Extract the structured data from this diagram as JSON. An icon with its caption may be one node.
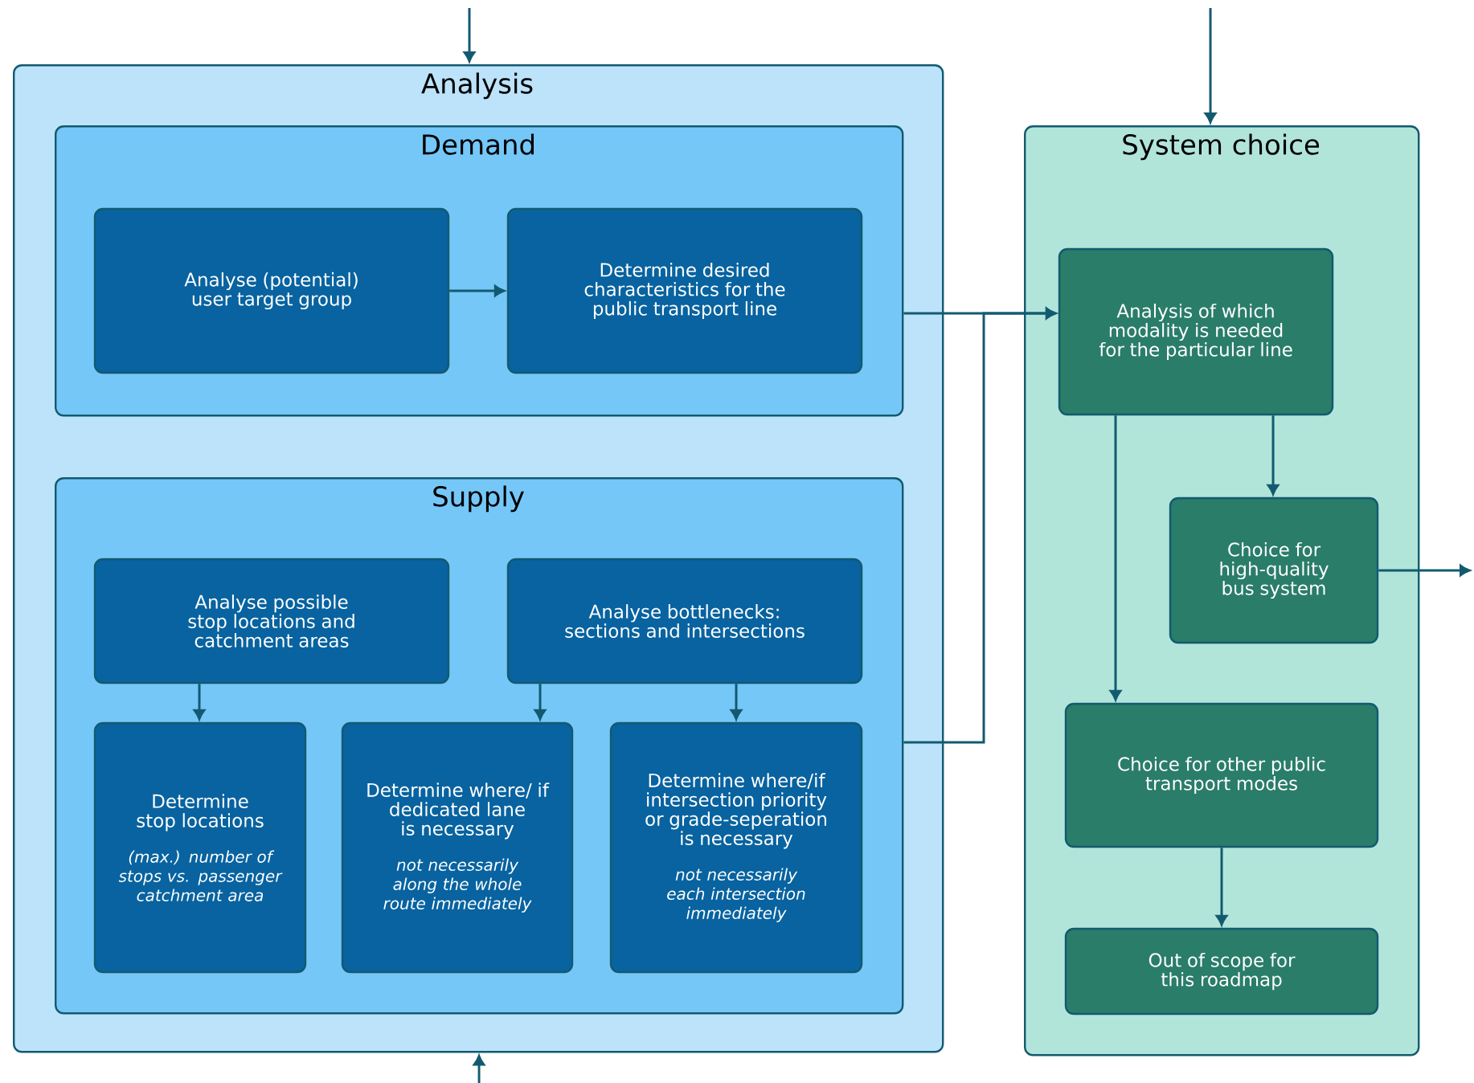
{
  "diagram": {
    "nodes": [
      {
        "text": [
          "Analysis"
        ]
      },
      {
        "text": [
          "Demand"
        ],
        "in": 0
      },
      {
        "text": [
          "Analyse (potential) user target group"
        ],
        "in": 1
      },
      {
        "text": [
          "Determine desired characteristics for the public transport line"
        ],
        "in": 1
      },
      {
        "text": [
          "Supply"
        ],
        "in": 0
      },
      {
        "text": [
          "Analyse possible stop locations and catchment areas"
        ],
        "in": 4
      },
      {
        "text": [
          "Analyse bottlenecks: sections and intersections"
        ],
        "in": 4
      },
      {
        "text": [
          "Determine stop locations",
          "(max.) number of stops vs. passenger catchment area"
        ],
        "in": 4
      },
      {
        "text": [
          "Determine where/ if dedicated lane is necessary",
          "not necessarily along the whole route immediately"
        ],
        "in": 4
      },
      {
        "text": [
          "Determine where/if intersection priority or grade-seperation is necessary",
          "not necessarily each intersection immediately"
        ],
        "in": 4
      },
      {
        "text": [
          "System choice"
        ]
      },
      {
        "text": [
          "Analysis of which modality is needed for the particular line"
        ],
        "in": 10
      },
      {
        "text": [
          "Choice for high-quality bus system"
        ],
        "in": 10
      },
      {
        "text": [
          "Choice for other public transport modes"
        ],
        "in": 10
      },
      {
        "text": [
          "Out of scope for this roadmap"
        ],
        "in": 10
      }
    ],
    "edges": [
      {
        "from": null,
        "to": 0,
        "arrow": "to"
      },
      {
        "from": null,
        "to": 10,
        "arrow": "to"
      },
      {
        "from": null,
        "to": 0,
        "arrow": "to"
      },
      {
        "from": 2,
        "to": 3,
        "arrow": "to"
      },
      {
        "from": 1,
        "to": 11,
        "arrow": "to"
      },
      {
        "from": 4,
        "to": 11,
        "arrow": "to"
      },
      {
        "from": 5,
        "to": 7,
        "arrow": "to"
      },
      {
        "from": 6,
        "to": 8,
        "arrow": "to"
      },
      {
        "from": 6,
        "to": 9,
        "arrow": "to"
      },
      {
        "from": 11,
        "to": 12,
        "arrow": "to"
      },
      {
        "from": 11,
        "to": 13,
        "arrow": "to"
      },
      {
        "from": 13,
        "to": 14,
        "arrow": "to"
      },
      {
        "from": 12,
        "to": null,
        "arrow": "to"
      }
    ]
  }
}
